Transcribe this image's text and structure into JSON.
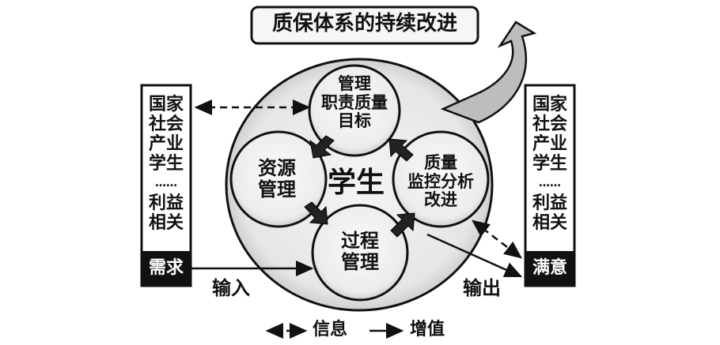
{
  "title": "质保体系的持续改进",
  "center_label": "学生",
  "circles": {
    "top": [
      "管理",
      "职责质量",
      "目标"
    ],
    "left": [
      "资源",
      "管理"
    ],
    "right": [
      "质量",
      "监控分析",
      "改进"
    ],
    "bottom": [
      "过程",
      "管理"
    ]
  },
  "left_box": {
    "lines": [
      "国家",
      "社会",
      "产业",
      "学生",
      "……",
      "利益",
      "相关"
    ],
    "tag": "需求"
  },
  "right_box": {
    "lines": [
      "国家",
      "社会",
      "产业",
      "学生",
      "……",
      "利益",
      "相关"
    ],
    "tag": "满意"
  },
  "input_label": "输入",
  "output_label": "输出",
  "legend": {
    "info": "信息",
    "value_add": "增值"
  }
}
